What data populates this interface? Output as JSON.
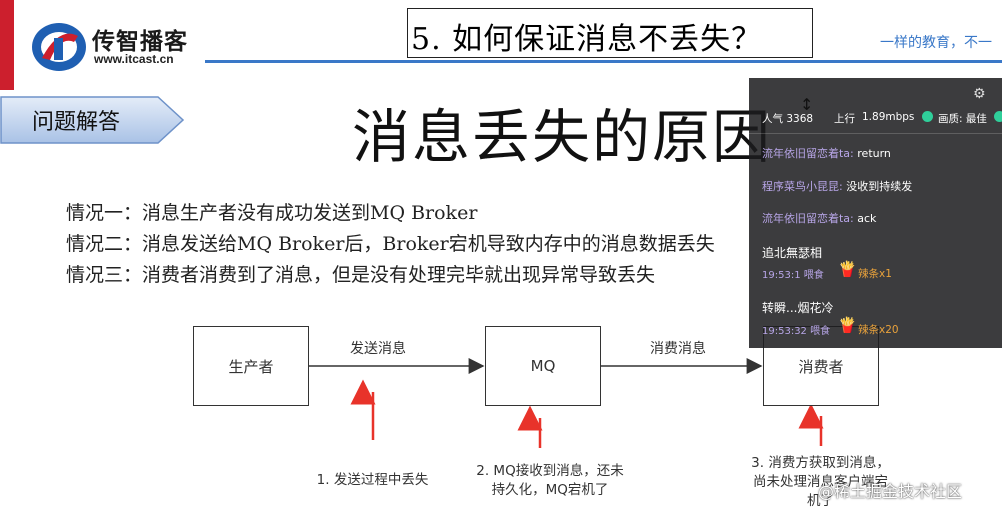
{
  "header": {
    "brand_name": "传智播客",
    "brand_url": "www.itcast.cn",
    "slogan": "一样的教育，不一",
    "topic_title": "5. 如何保证消息不丢失？",
    "colors": {
      "brand_red": "#cc1f2d",
      "brand_blue": "#3a78c8"
    }
  },
  "slide": {
    "tag_label": "问题解答",
    "heading": "消息丢失的原因",
    "cases": [
      "情况一：消息生产者没有成功发送到MQ Broker",
      "情况二：消息发送给MQ Broker后，Broker宕机导致内存中的消息数据丢失",
      "情况三：消费者消费到了消息，但是没有处理完毕就出现异常导致丢失"
    ]
  },
  "diagram": {
    "nodes": {
      "producer": "生产者",
      "mq": "MQ",
      "consumer": "消费者"
    },
    "edges": {
      "send": "发送消息",
      "consume": "消费消息"
    },
    "notes": {
      "n1": "1. 发送过程中丢失",
      "n2": "2. MQ接收到消息，还未持久化，MQ宕机了",
      "n3": "3. 消费方获取到消息，尚未处理消息客户端宕机了"
    },
    "colors": {
      "arrow_red": "#e8332a",
      "line": "#333333"
    }
  },
  "live_overlay": {
    "viewers_label": "人气 3368",
    "upload_label": "上行",
    "upload_value": "1.89mbps",
    "quality_label": "画质: 最佳",
    "chat": [
      {
        "user": "流年依旧留恋着ta:",
        "message": "return"
      },
      {
        "user": "程序菜鸟小昆昆:",
        "message": "没收到持续发"
      },
      {
        "user": "流年依旧留恋着ta:",
        "message": "ack"
      }
    ],
    "gifts": [
      {
        "user": "追北無瑟相",
        "meta": "19:53:1 喂食",
        "count": "辣条x1"
      },
      {
        "user": "转瞬...烟花冷",
        "meta": "19:53:32 喂食",
        "count": "辣条x20"
      }
    ],
    "icons": {
      "settings": "gear-icon",
      "gift": "gift-icon",
      "cursor": "cursor-icon"
    }
  },
  "watermark": "@稀土掘金技术社区"
}
